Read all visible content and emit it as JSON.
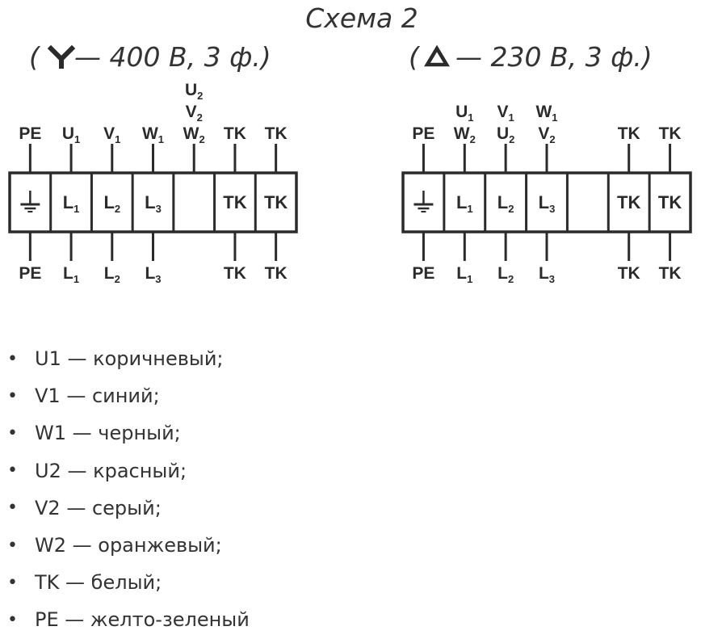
{
  "title": "Схема 2",
  "schemes": [
    {
      "id": "star",
      "heading": "— 400 В, 3 ф.)",
      "heading_open": "(",
      "symbol": "star-icon",
      "top_labels": [
        [
          "PE"
        ],
        [
          "U1"
        ],
        [
          "V1"
        ],
        [
          "W1"
        ],
        [
          "U2",
          "V2",
          "W2"
        ],
        [
          "TK"
        ],
        [
          "TK"
        ]
      ],
      "cells": [
        "ground",
        "L1",
        "L2",
        "L3",
        "",
        "TK",
        "TK"
      ],
      "bottom_labels": [
        "PE",
        "L1",
        "L2",
        "L3",
        "",
        "TK",
        "TK"
      ]
    },
    {
      "id": "delta",
      "heading": "— 230 В, 3 ф.)",
      "heading_open": "(",
      "symbol": "delta-icon",
      "top_labels": [
        [
          "PE"
        ],
        [
          "U1",
          "W2"
        ],
        [
          "V1",
          "U2"
        ],
        [
          "W1",
          "V2"
        ],
        [],
        [
          "TK"
        ],
        [
          "TK"
        ]
      ],
      "cells": [
        "ground",
        "L1",
        "L2",
        "L3",
        "",
        "TK",
        "TK"
      ],
      "bottom_labels": [
        "PE",
        "L1",
        "L2",
        "L3",
        "",
        "TK",
        "TK"
      ]
    }
  ],
  "legend": [
    "U1 — коричневый;",
    "V1 — синий;",
    "W1 — черный;",
    "U2 — красный;",
    "V2 — серый;",
    "W2 — оранжевый;",
    "TK — белый;",
    "PE — желто-зеленый"
  ]
}
